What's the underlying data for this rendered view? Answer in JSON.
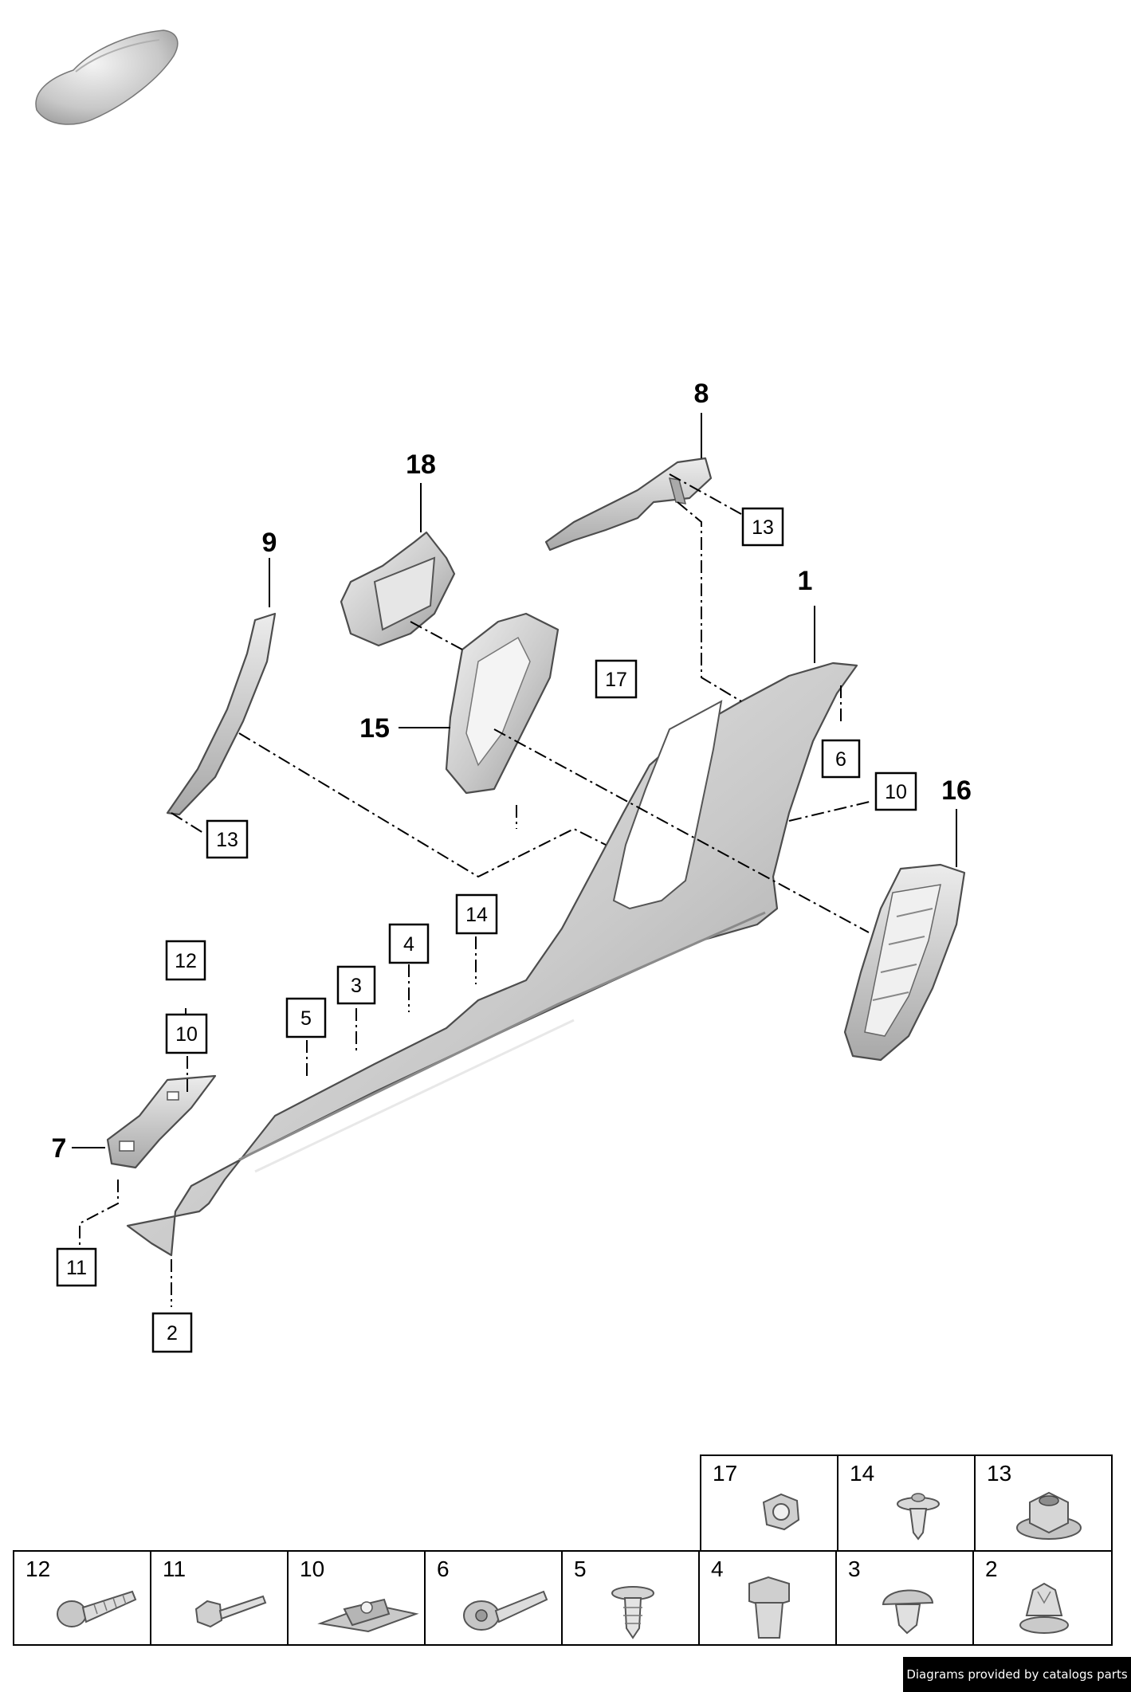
{
  "callouts_bold": [
    {
      "id": "c1",
      "label": "1"
    },
    {
      "id": "c7",
      "label": "7"
    },
    {
      "id": "c8",
      "label": "8"
    },
    {
      "id": "c9",
      "label": "9"
    },
    {
      "id": "c15",
      "label": "15"
    },
    {
      "id": "c16",
      "label": "16"
    },
    {
      "id": "c18",
      "label": "18"
    }
  ],
  "callouts_boxed": [
    {
      "id": "b13a",
      "label": "13"
    },
    {
      "id": "b17",
      "label": "17"
    },
    {
      "id": "b6",
      "label": "6"
    },
    {
      "id": "b10a",
      "label": "10"
    },
    {
      "id": "b13b",
      "label": "13"
    },
    {
      "id": "b14",
      "label": "14"
    },
    {
      "id": "b4",
      "label": "4"
    },
    {
      "id": "b3",
      "label": "3"
    },
    {
      "id": "b5",
      "label": "5"
    },
    {
      "id": "b12",
      "label": "12"
    },
    {
      "id": "b10b",
      "label": "10"
    },
    {
      "id": "b11",
      "label": "11"
    },
    {
      "id": "b2",
      "label": "2"
    }
  ],
  "fastener_grid": {
    "top_row": [
      {
        "number": "17",
        "icon": "hex-nut-icon"
      },
      {
        "number": "14",
        "icon": "push-clip-icon"
      },
      {
        "number": "13",
        "icon": "flange-nut-icon"
      }
    ],
    "bottom_row": [
      {
        "number": "12",
        "icon": "torx-screw-icon"
      },
      {
        "number": "11",
        "icon": "stud-bolt-icon"
      },
      {
        "number": "10",
        "icon": "speed-nut-icon"
      },
      {
        "number": "6",
        "icon": "flange-bolt-icon"
      },
      {
        "number": "5",
        "icon": "tree-clip-icon"
      },
      {
        "number": "4",
        "icon": "expansion-nut-icon"
      },
      {
        "number": "3",
        "icon": "dome-clip-icon"
      },
      {
        "number": "2",
        "icon": "star-clip-icon"
      }
    ]
  },
  "footer": {
    "credit": "Diagrams provided by catalogs parts"
  }
}
